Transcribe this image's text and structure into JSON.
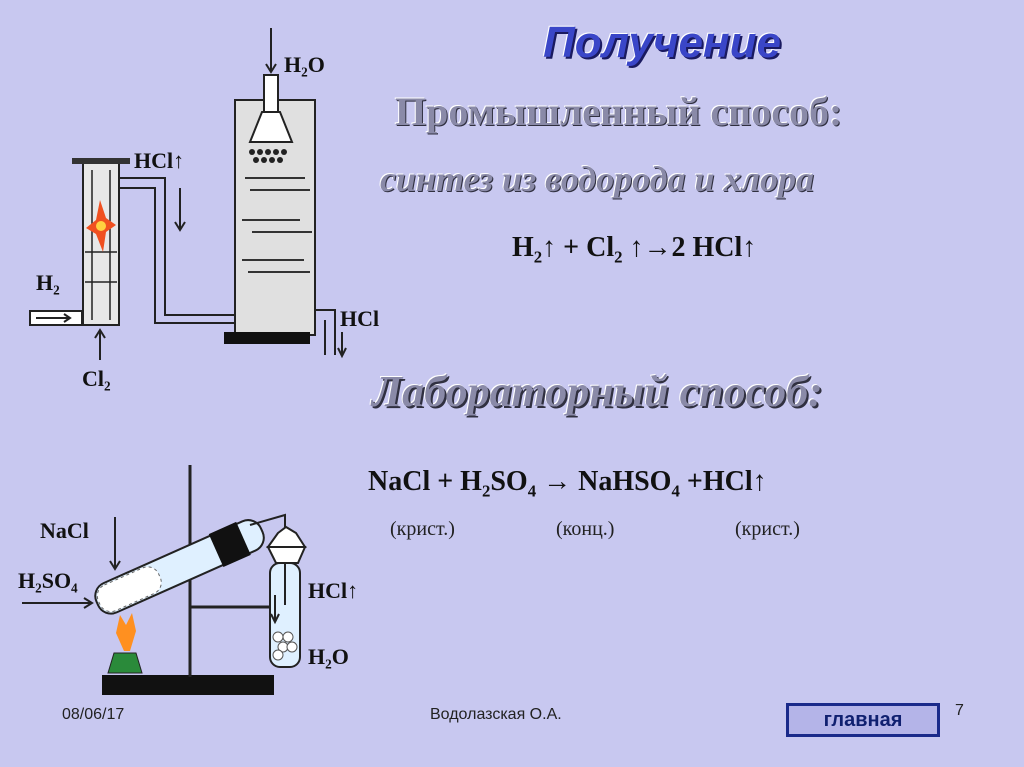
{
  "slide": {
    "title": "Получение",
    "industrial_heading": "Промышленный способ:",
    "synthesis_heading": "синтез из водорода и хлора",
    "eq_industrial": {
      "h2": "H",
      "h2_sub": "2",
      "arrow1": "↑ + Cl",
      "cl_sub": "2",
      "rest": " ↑→2 HCl↑"
    },
    "lab_heading": "Лабораторный способ:",
    "eq_lab": {
      "a": "NaCl + H",
      "a_sub": "2",
      "b": "SO",
      "b_sub": "4",
      "c": " → NaHSO",
      "c_sub": "4",
      "d": " +HCl↑"
    },
    "notes": [
      "(крист.)",
      "(конц.)",
      "(крист.)"
    ]
  },
  "diagram_industrial": {
    "h2o": "H₂O",
    "hcl_top": "HCl↑",
    "hcl_right": "HCl",
    "h2": "H₂",
    "cl2": "Cl₂"
  },
  "diagram_lab": {
    "nacl": "NaCl",
    "h2so4": "H₂SO₄",
    "hcl": "HCl↑",
    "h2o": "H₂O"
  },
  "footer": {
    "date": "08/06/17",
    "author": "Водолазская О.А.",
    "page": "7",
    "main_button": "главная"
  },
  "colors": {
    "background": "#c8c8f0",
    "title": "#3a46c8",
    "button_border": "#1a2a8a"
  }
}
